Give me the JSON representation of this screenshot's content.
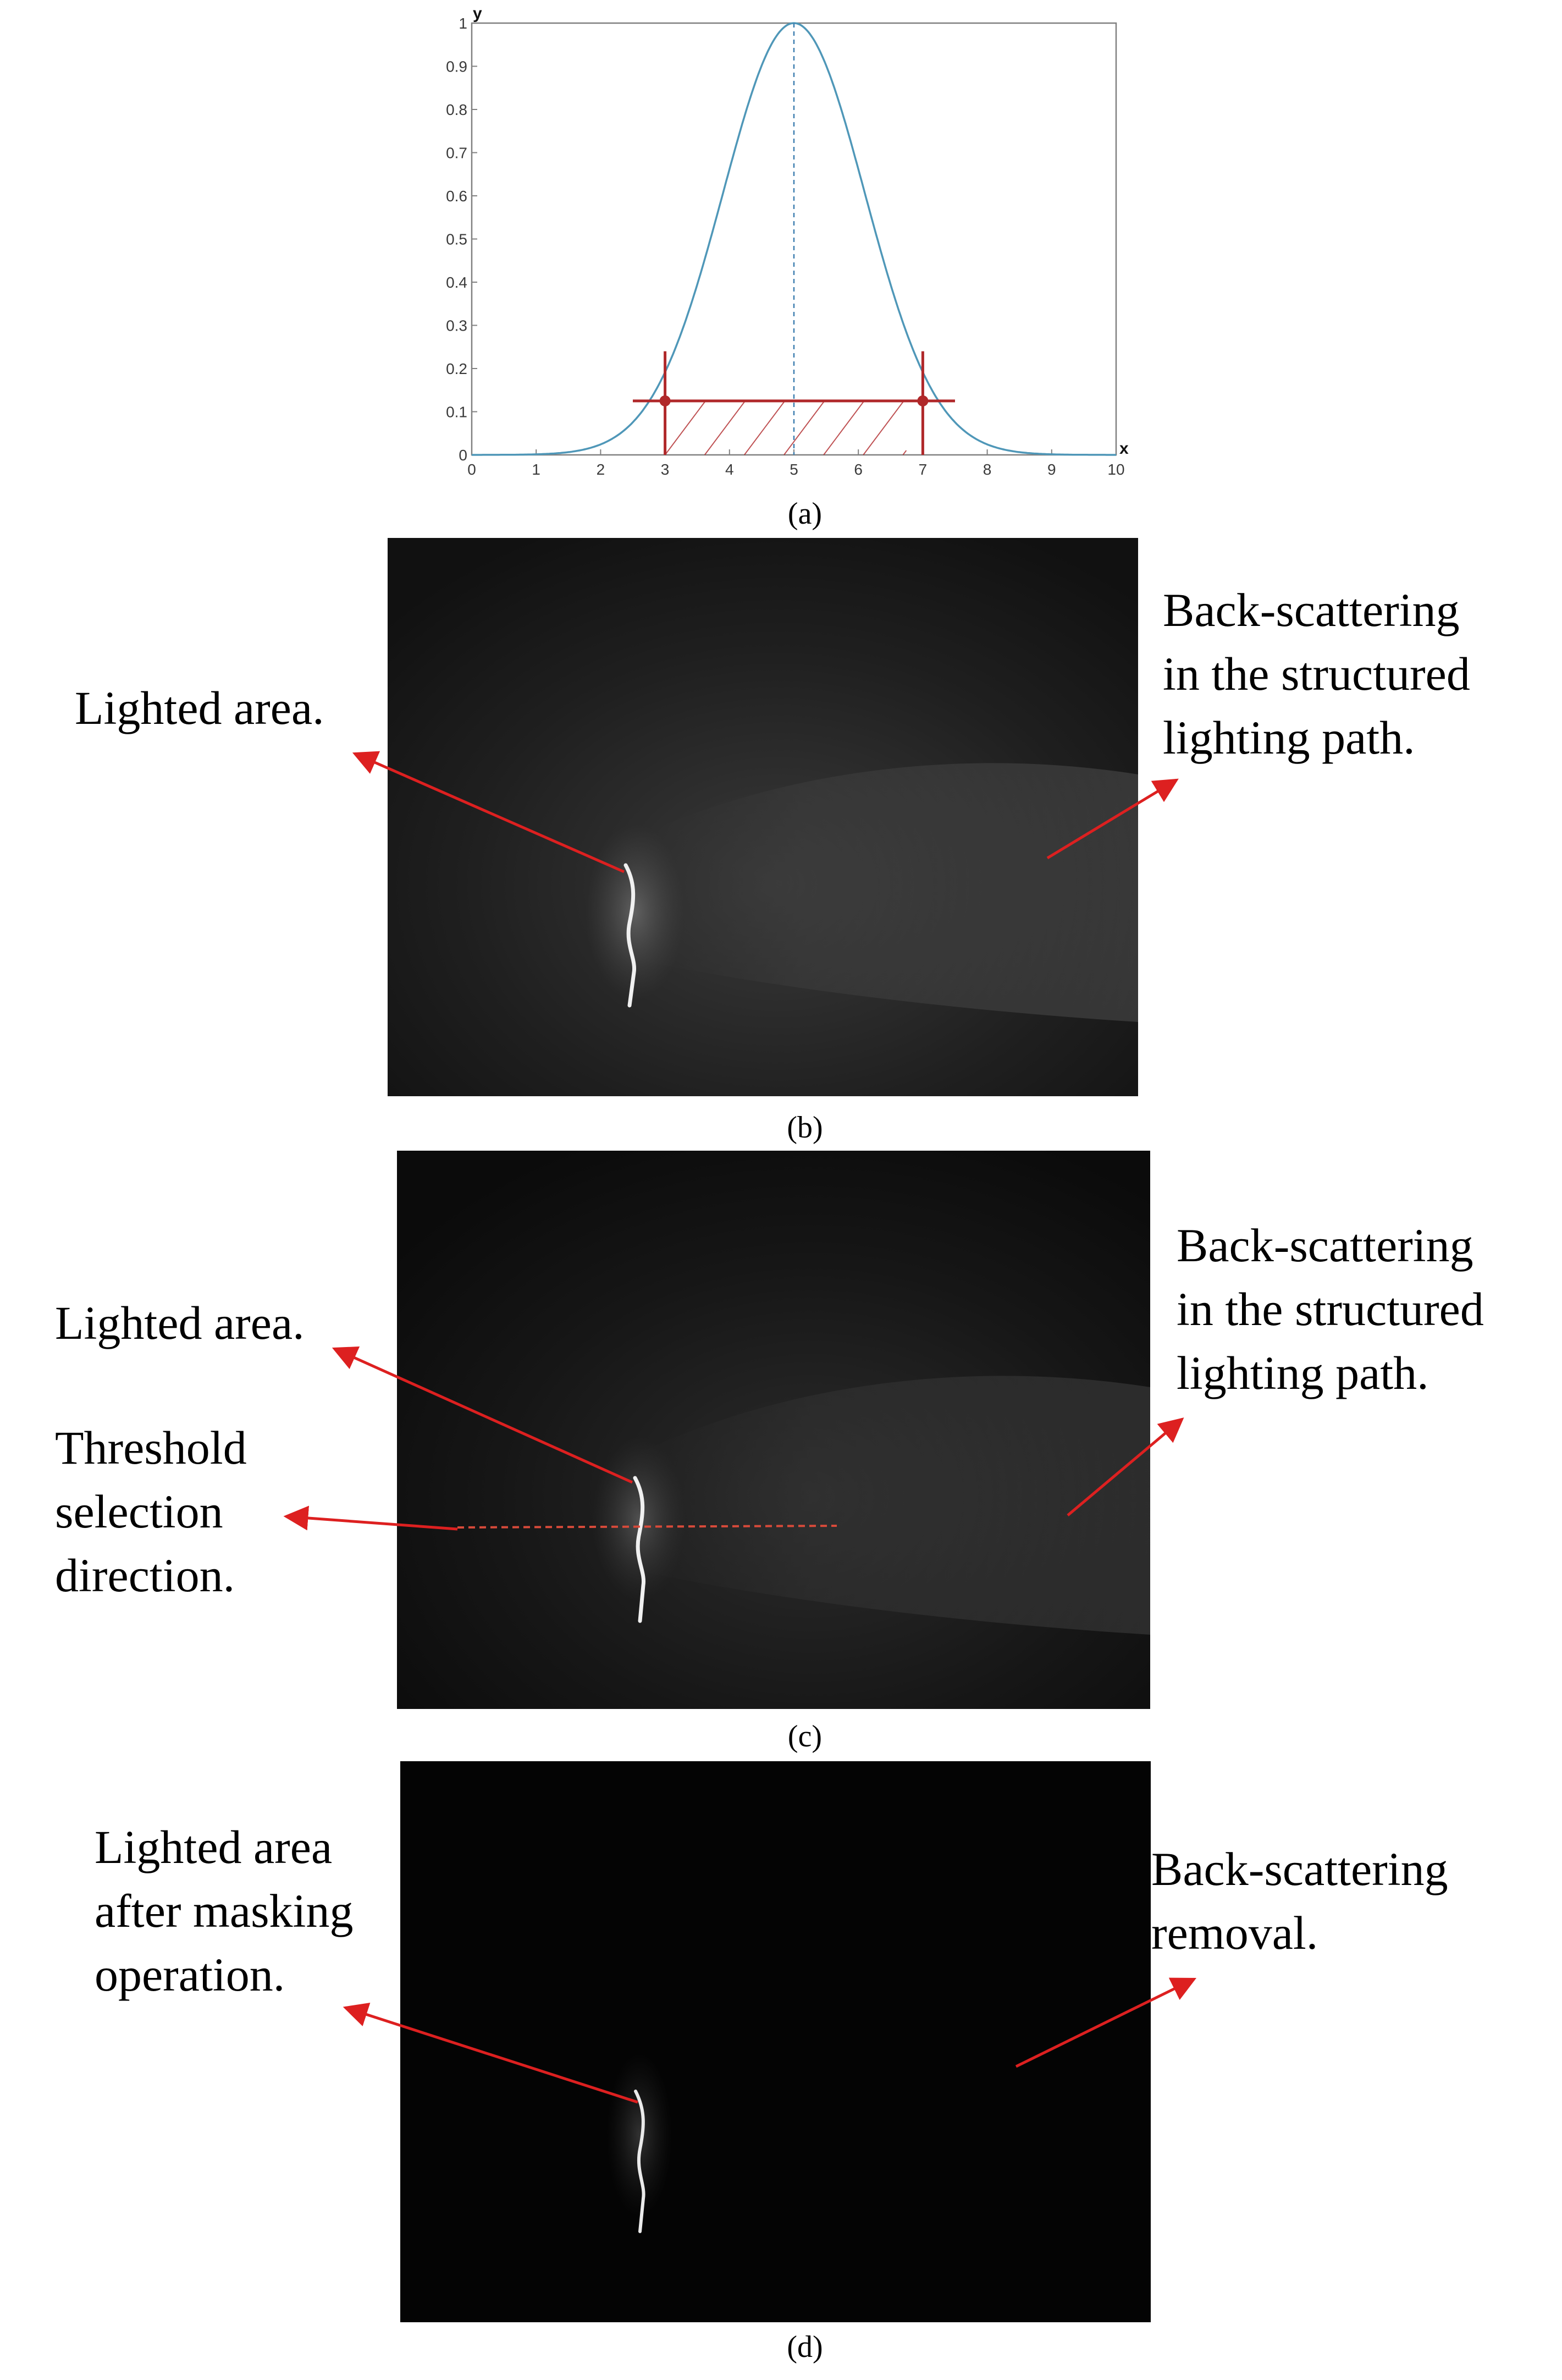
{
  "colors": {
    "curve": "#4f97b8",
    "marker": "#b0282a",
    "arrow": "#dd2020",
    "axis": "#808080",
    "mean_line": "#3f7fb0",
    "photo_bg_b": "#141414",
    "photo_bg_c": "#0e0e0e",
    "photo_bg_d": "#040404"
  },
  "chart_data": {
    "type": "line",
    "xlabel": "x",
    "ylabel": "y",
    "xlim": [
      0,
      10
    ],
    "ylim": [
      0,
      1
    ],
    "x_ticks": [
      0,
      1,
      2,
      3,
      4,
      5,
      6,
      7,
      8,
      9,
      10
    ],
    "y_ticks": [
      0,
      0.1,
      0.2,
      0.3,
      0.4,
      0.5,
      0.6,
      0.7,
      0.8,
      0.9,
      1
    ],
    "series": [
      {
        "function": "gaussian",
        "mean": 5,
        "sigma": 1.1,
        "peak": 1
      }
    ],
    "mean_line_x": 5,
    "threshold": {
      "y": 0.125,
      "x_left": 3,
      "x_right": 7,
      "bar_x_range": [
        2.5,
        7.5
      ]
    },
    "grid": false
  },
  "figures": {
    "a": {
      "caption": "(a)"
    },
    "b": {
      "caption": "(b)",
      "left_label": [
        "Lighted  area."
      ],
      "right_label": [
        "Back-scattering",
        "in the structured",
        "lighting  path."
      ]
    },
    "c": {
      "caption": "(c)",
      "left_label": [
        "Lighted  area."
      ],
      "threshold_label": [
        "Threshold",
        "selection",
        "direction."
      ],
      "right_label": [
        "Back-scattering",
        "in the structured",
        "lighting  path."
      ]
    },
    "d": {
      "caption": "(d)",
      "left_label": [
        "Lighted  area",
        "after masking",
        "operation."
      ],
      "right_label": [
        "Back-scattering",
        "removal."
      ]
    }
  }
}
